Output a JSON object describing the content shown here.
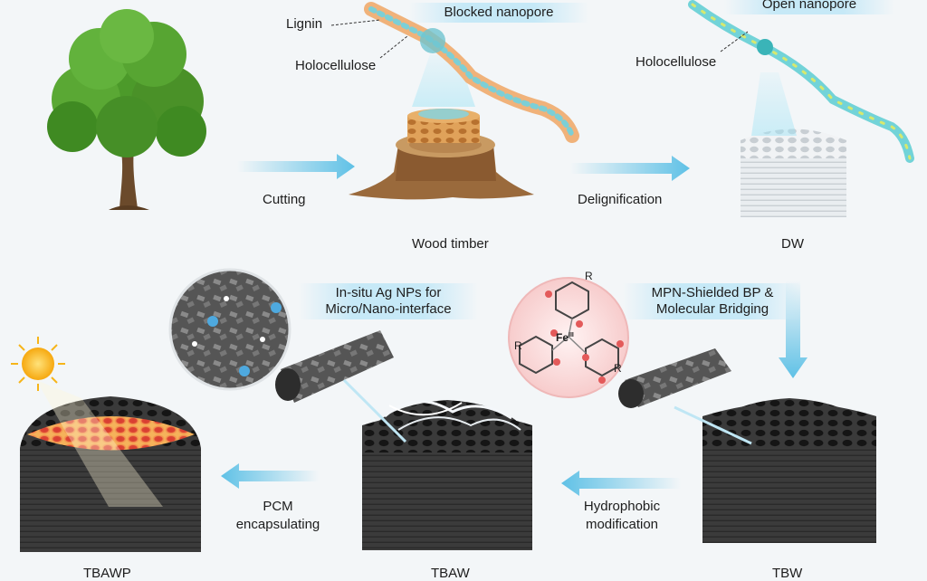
{
  "top": {
    "lignin": "Lignin",
    "holocellulose_left": "Holocellulose",
    "blocked_nanopore": "Blocked nanopore",
    "open_nanopore": "Open nanopore",
    "holocellulose_right": "Holocellulose",
    "cutting": "Cutting",
    "delignification": "Delignification",
    "wood_timber": "Wood timber",
    "dw": "DW"
  },
  "bottom": {
    "ag_note_line1": "In-situ Ag NPs for",
    "ag_note_line2": "Micro/Nano-interface",
    "mpn_note_line1": "MPN-Shielded BP &",
    "mpn_note_line2": "Molecular Bridging",
    "fe_label": "Fe",
    "fe_charge": "III",
    "r_label": "R",
    "pcm_line1": "PCM",
    "pcm_line2": "encapsulating",
    "hydro_line1": "Hydrophobic",
    "hydro_line2": "modification",
    "tbawp": "TBAWP",
    "tbaw": "TBAW",
    "tbw": "TBW"
  },
  "colors": {
    "arrow": "#5fc1e6",
    "tree_green": "#4c9a2a",
    "stump_brown": "#9a6a3c",
    "block_dark": "#3a3a3a",
    "dw_white": "#e8ecef",
    "heat_red": "#e9443a",
    "sun": "#f6b51a"
  }
}
